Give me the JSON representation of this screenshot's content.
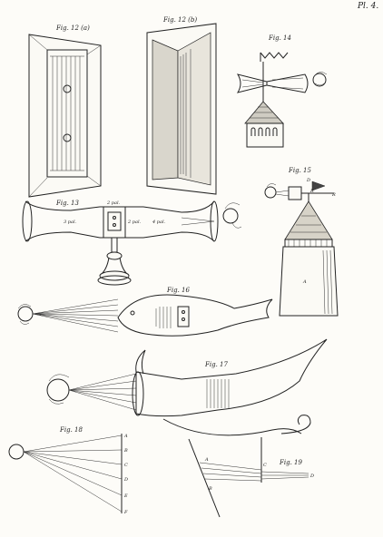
{
  "plate_number": "Pl. 4.",
  "figures": {
    "fig12a": {
      "label": "Fig. 12 (a)"
    },
    "fig12b": {
      "label": "Fig. 12 (b)"
    },
    "fig13": {
      "label": "Fig. 13",
      "parts": [
        "2 pal.",
        "3 pal.",
        "2 pal.",
        "4 pal."
      ]
    },
    "fig14": {
      "label": "Fig. 14"
    },
    "fig15": {
      "label": "Fig. 15",
      "letters": [
        "D",
        "R",
        "R",
        "A"
      ]
    },
    "fig16": {
      "label": "Fig. 16"
    },
    "fig17": {
      "label": "Fig. 17"
    },
    "fig18": {
      "label": "Fig. 18",
      "letters": [
        "A",
        "B",
        "C",
        "D",
        "E",
        "F"
      ]
    },
    "fig19": {
      "label": "Fig. 19",
      "letters": [
        "A",
        "B",
        "C",
        "D"
      ]
    }
  }
}
